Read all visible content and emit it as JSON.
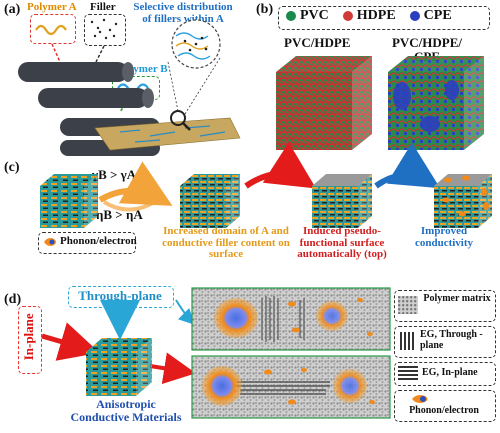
{
  "panel_a": {
    "tag": "(a)",
    "polymer_a": "Polymer A",
    "filler": "Filler",
    "selective": "Selective distribution of fillers within A",
    "polymer_b": "Polymer B"
  },
  "panel_b": {
    "tag": "(b)",
    "legend": [
      {
        "label": "PVC",
        "color": "#1a8a4a"
      },
      {
        "label": "HDPE",
        "color": "#d23a3a"
      },
      {
        "label": "CPE",
        "color": "#2a3fbf"
      }
    ],
    "left_title": "PVC/HDPE",
    "right_title_line1": "PVC/HDPE/",
    "right_title_line2": "CPE"
  },
  "panel_c": {
    "tag": "(c)",
    "gamma_eq": "γB > γA",
    "eta_eq": "ηB > ηA",
    "phonon": "Phonon/electron",
    "step1": "Increased domain of A and conductive filler content on surface",
    "step2": "Induced pseudo-functional surface automatically (top)",
    "step3": "Improved conductivity"
  },
  "panel_d": {
    "tag": "(d)",
    "through_plane": "Through-plane",
    "in_plane": "In-plane",
    "cube_label_line1": "Anisotropic",
    "cube_label_line2": "Conductive Materials",
    "legend": [
      {
        "label": "Polymer matrix"
      },
      {
        "label": "EG, Through -plane"
      },
      {
        "label": "EG, In-plane"
      },
      {
        "label": "Phonon/electron"
      }
    ]
  }
}
